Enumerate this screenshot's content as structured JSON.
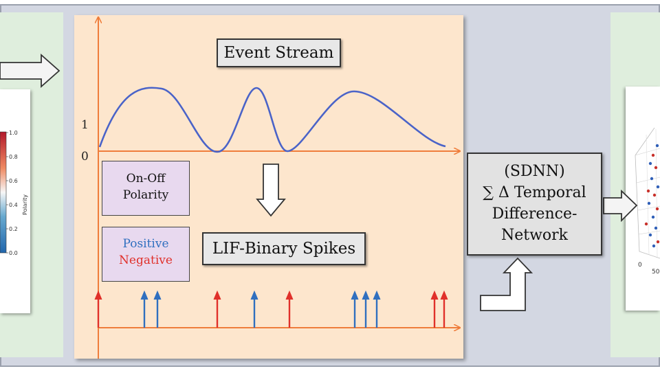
{
  "diagram": {
    "event_stream_label": "Event Stream",
    "lif_label": "LIF-Binary Spikes",
    "polarity_line1": "On-Off",
    "polarity_line2": "Polarity",
    "positive_label": "Positive",
    "negative_label": "Negative",
    "sdnn_line1": "(SDNN)",
    "sdnn_line2": "∑ Δ Temporal",
    "sdnn_line3": "Difference-",
    "sdnn_line4": "Network",
    "y_tick_1": "1",
    "y_tick_0": "0"
  },
  "colorbar": {
    "title": "Polarity",
    "ticks": [
      "1.0",
      "0.8",
      "0.6",
      "0.4",
      "0.2",
      "0.0"
    ]
  },
  "plot3d": {
    "tick_0": "0",
    "tick_50": "50"
  },
  "spikes": {
    "positive_color": "#2f6fbf",
    "negative_color": "#e0302a",
    "sequence": [
      "negative",
      "positive",
      "positive",
      "negative",
      "positive",
      "negative",
      "positive",
      "positive",
      "positive",
      "negative",
      "negative"
    ]
  },
  "colors": {
    "axis": "#ef7d3b",
    "wave": "#4a63c8",
    "peach_panel": "#fde6cd",
    "green_panel": "#dfeedd",
    "frame": "#d3d7e2"
  }
}
